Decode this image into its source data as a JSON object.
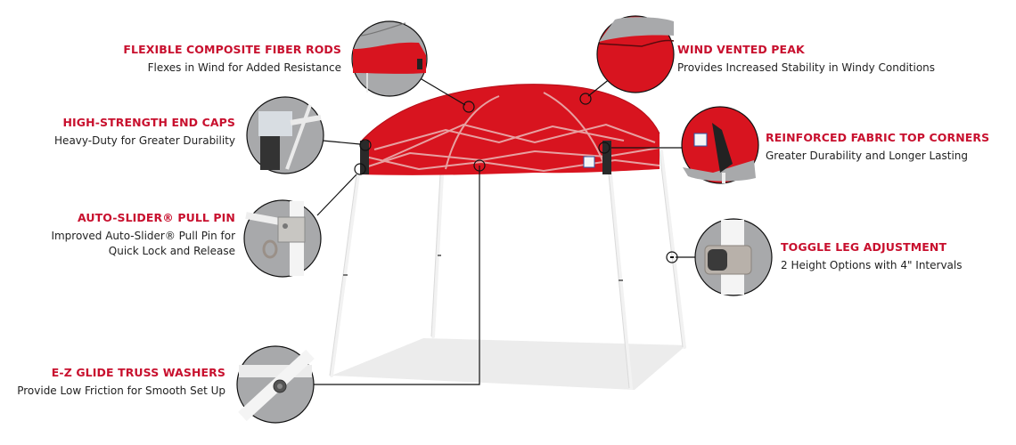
{
  "product": {
    "name": "Red pop-up canopy tent",
    "canopy_color": "#d8141f",
    "accent_red": "#c8102e",
    "text_color": "#222222",
    "detail_bg": "#a8a9ab"
  },
  "features": [
    {
      "id": "fiber-rods",
      "title": "FLEXIBLE COMPOSITE FIBER RODS",
      "description": "Flexes in Wind for Added Resistance"
    },
    {
      "id": "vented-peak",
      "title": "WIND VENTED PEAK",
      "description": "Provides Increased Stability in Windy Conditions"
    },
    {
      "id": "end-caps",
      "title": "HIGH-STRENGTH END CAPS",
      "description": "Heavy-Duty for Greater Durability"
    },
    {
      "id": "top-corners",
      "title": "REINFORCED FABRIC TOP CORNERS",
      "description": "Greater Durability and Longer Lasting"
    },
    {
      "id": "pull-pin",
      "title": "AUTO-SLIDER® PULL PIN",
      "description_line1": "Improved Auto-Slider® Pull Pin for",
      "description_line2": "Quick Lock and Release"
    },
    {
      "id": "toggle-leg",
      "title": "TOGGLE LEG ADJUSTMENT",
      "description": "2 Height Options with 4\" Intervals"
    },
    {
      "id": "truss-washers",
      "title": "E-Z GLIDE TRUSS WASHERS",
      "description": "Provide Low Friction for Smooth Set Up"
    }
  ]
}
